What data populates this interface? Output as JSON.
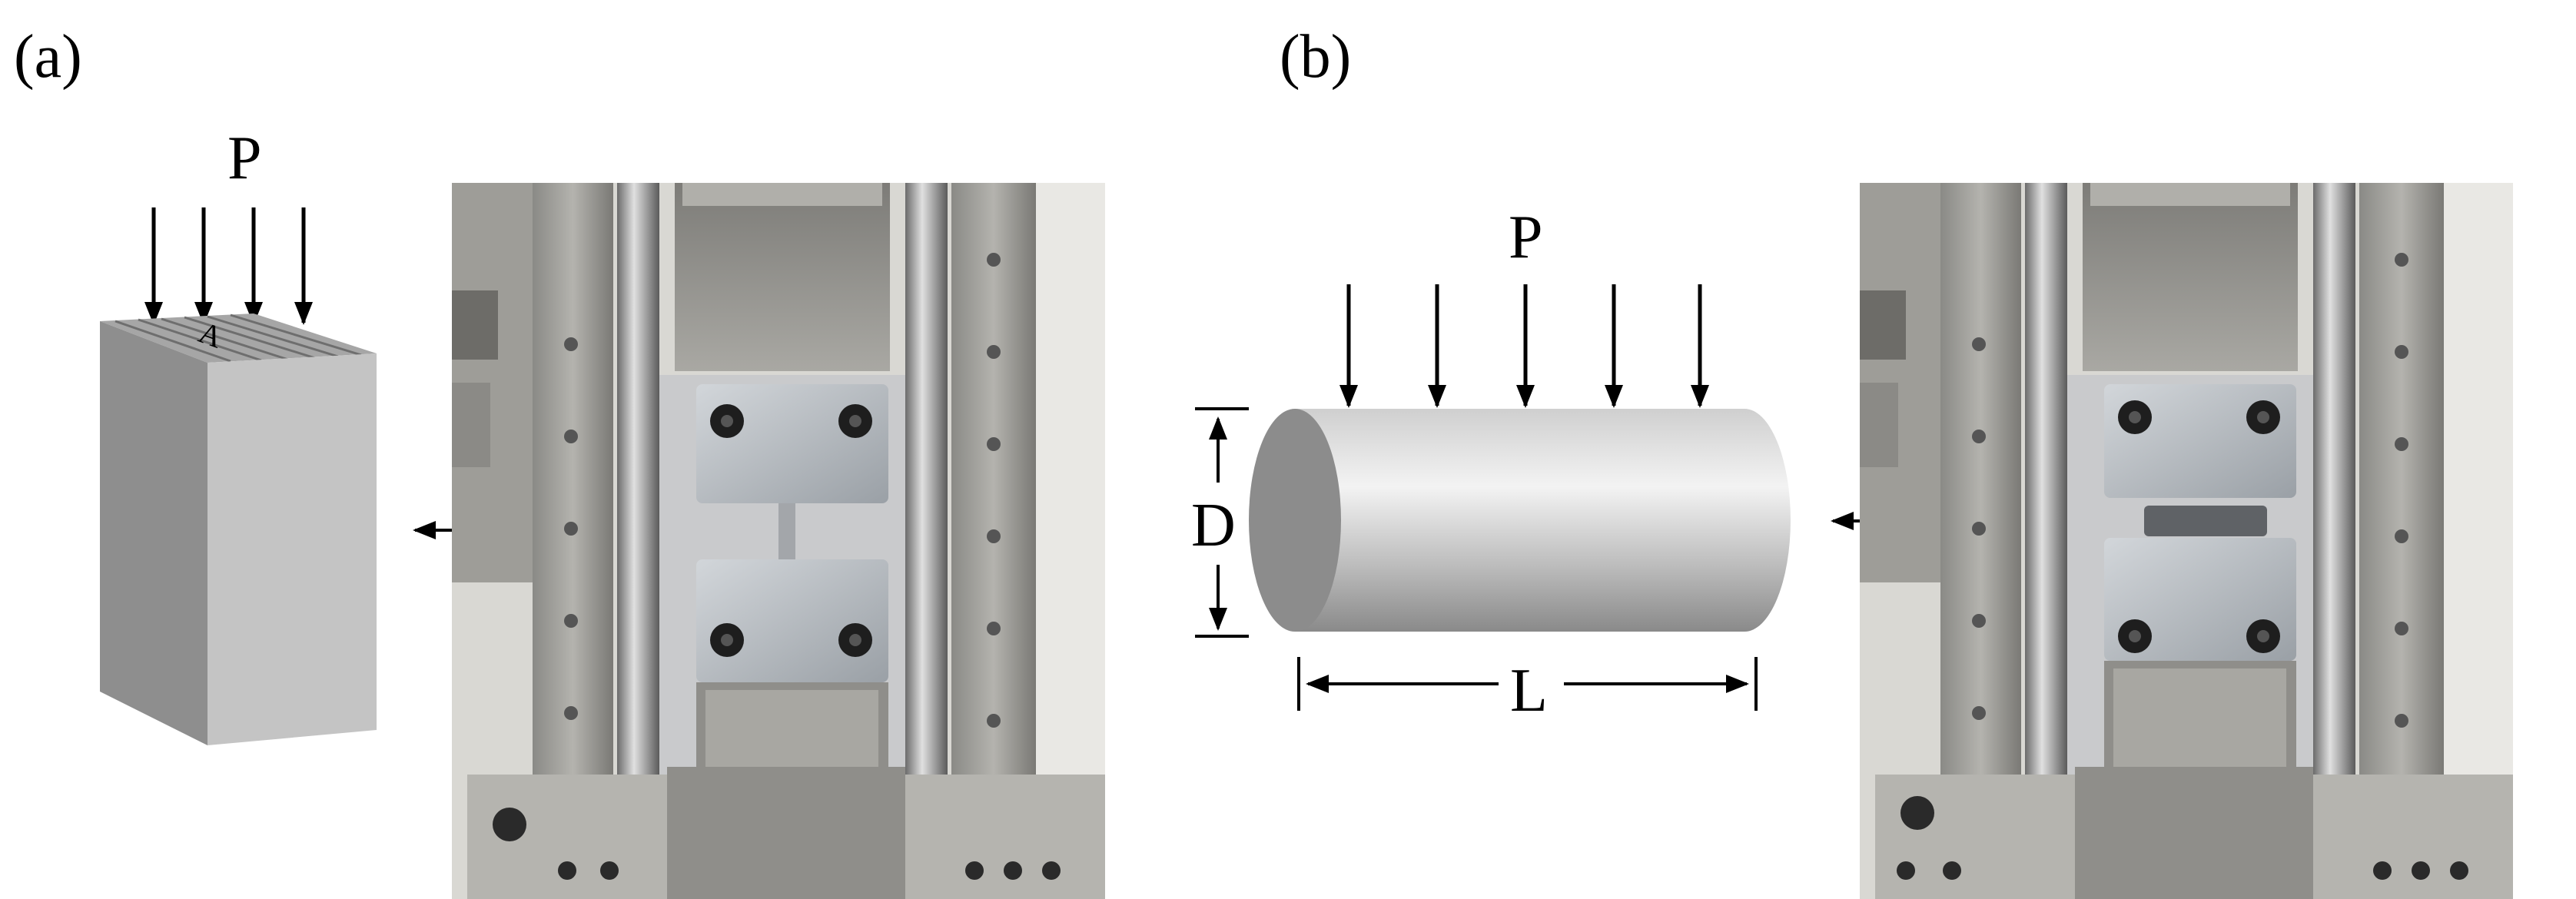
{
  "panel_a": {
    "label": "(a)",
    "load_label": "P",
    "area_label": "A"
  },
  "panel_b": {
    "label": "(b)",
    "load_label": "P",
    "diameter_label": "D",
    "length_label": "L"
  },
  "colors": {
    "arrow": "#000000",
    "block_front": "#c4c4c4",
    "block_side": "#8e8e8e",
    "block_top": "#a6a6a6",
    "cylinder_light": "#e6e6e6",
    "cylinder_dark": "#8c8c8c",
    "machine_steel": "#9a9a98",
    "grip": "#b8bcc0"
  },
  "icons": {
    "photo_a": "tensile-test-machine-photo",
    "photo_b": "tensile-test-machine-photo"
  }
}
